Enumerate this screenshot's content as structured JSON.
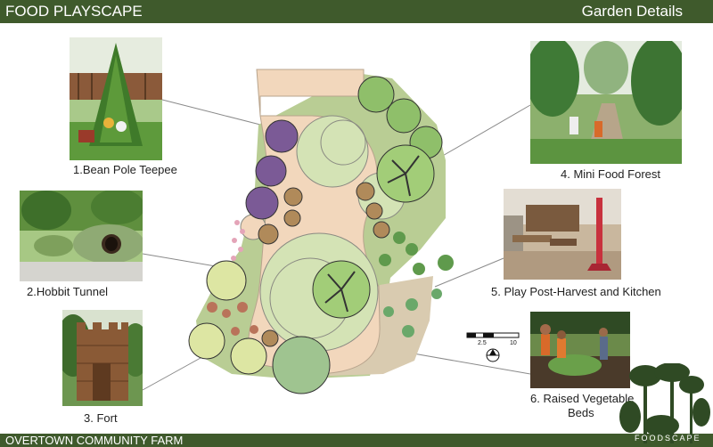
{
  "header": {
    "title": "FOOD PLAYSCAPE",
    "section": "Garden Details"
  },
  "footer": {
    "org": "OVERTOWN COMMUNITY FARM"
  },
  "features": [
    {
      "caption": "1.Bean Pole Teepee"
    },
    {
      "caption": "2.Hobbit Tunnel"
    },
    {
      "caption": "3. Fort"
    },
    {
      "caption": "4. Mini Food Forest"
    },
    {
      "caption": "5. Play Post-Harvest and Kitchen"
    },
    {
      "caption": "6. Raised Vegetable",
      "caption2": "Beds"
    }
  ],
  "scale": {
    "mid": "2.5",
    "end": "10"
  },
  "logo": {
    "text": "FOODSCAPE"
  },
  "colors": {
    "header": "#3f5a2c",
    "path": "#f2d7bc",
    "lawn": "#d4e3b5",
    "groundcover": "#b9cd94"
  }
}
